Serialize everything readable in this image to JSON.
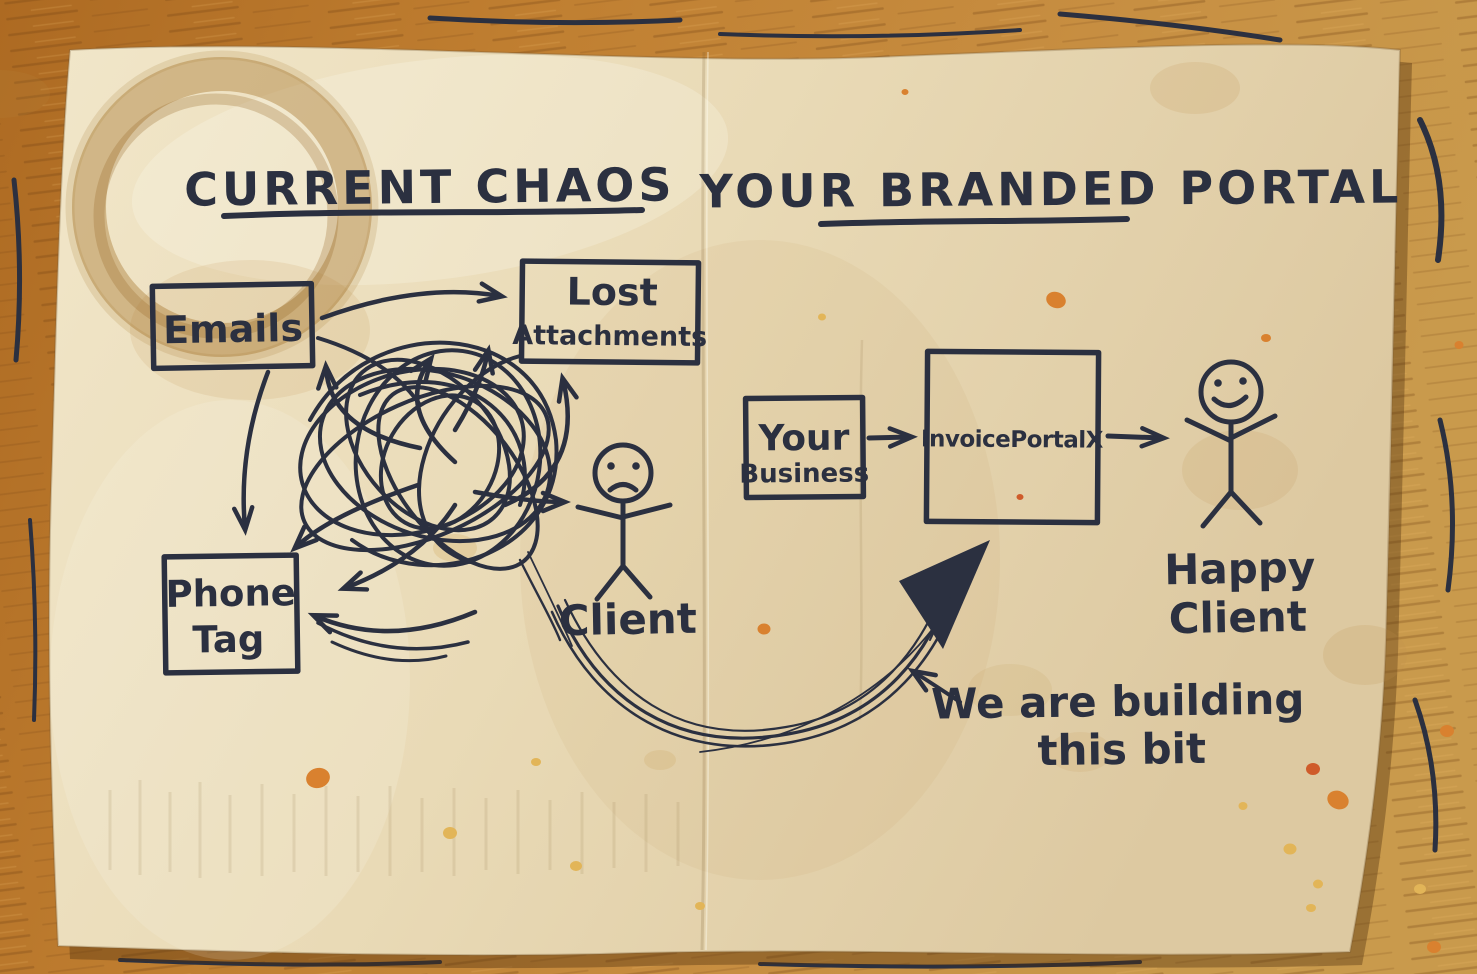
{
  "scene": {
    "description": "Hand-drawn marker sketch on a paper napkin lying on a wooden table, with a coffee-ring stain, a center fold crease and scattered orange crumbs",
    "colors": {
      "wood": "#bf802f",
      "wood_grain_dark": "#7a4a18",
      "napkin": "#ecdfbf",
      "napkin_stain": "#c69a56",
      "ink": "#2b3040",
      "crumb_orange": "#d9812f",
      "crumb_yellow": "#e2b558",
      "crumb_red": "#cf5b2a"
    },
    "details": {
      "coffee_ring": "top-left coffee cup stain ring",
      "fold_crease": "vertical fold near center",
      "crumbs": "orange and yellow crumbs on napkin and table"
    }
  },
  "left_panel": {
    "title": "CURRENT CHAOS",
    "nodes": [
      {
        "id": "emails",
        "label": "Emails"
      },
      {
        "id": "lost-attachments",
        "label_line1": "Lost",
        "label_line2": "Attachments"
      },
      {
        "id": "phone-tag",
        "label_line1": "Phone",
        "label_line2": "Tag"
      },
      {
        "id": "client",
        "label": "Client",
        "mood": "sad"
      }
    ],
    "scribble": "tangled mess of loops with arrows between all nodes"
  },
  "right_panel": {
    "title": "YOUR BRANDED PORTAL",
    "nodes": [
      {
        "id": "your-business",
        "label_line1": "Your",
        "label_line2": "Business"
      },
      {
        "id": "invoice-portal",
        "label": "InvoicePortalX"
      },
      {
        "id": "happy-client",
        "label_line1": "Happy",
        "label_line2": "Client",
        "mood": "happy"
      }
    ],
    "flow": "Your Business -> InvoicePortalX -> Happy Client"
  },
  "annotation": {
    "line1": "We are building",
    "line2": "this bit",
    "points_to": "big sketchy curved arrow from the chaos tangle to InvoicePortalX"
  }
}
